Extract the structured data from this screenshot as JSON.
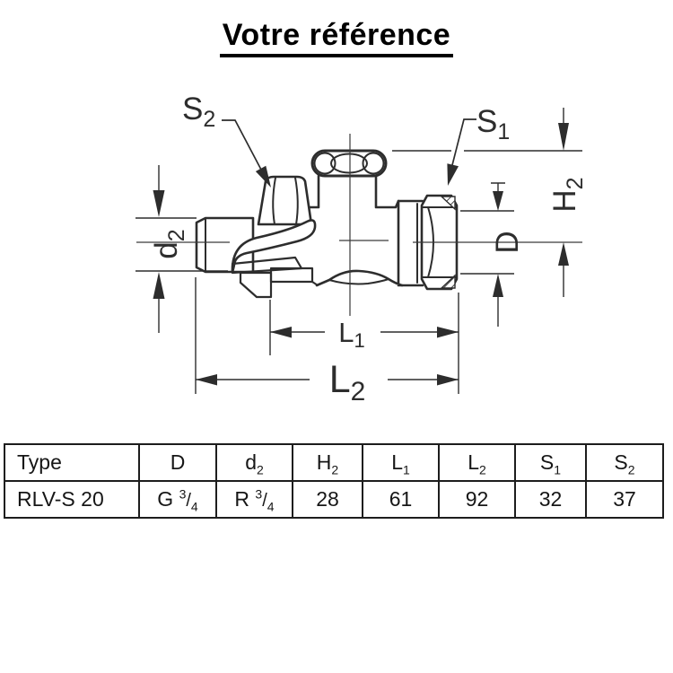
{
  "title": "Votre référence",
  "diagram": {
    "labels": {
      "s2": {
        "base": "S",
        "sub": "2"
      },
      "s1": {
        "base": "S",
        "sub": "1"
      },
      "d2": {
        "base": "d",
        "sub": "2"
      },
      "d": {
        "base": "D",
        "sub": ""
      },
      "h2": {
        "base": "H",
        "sub": "2"
      },
      "l1": {
        "base": "L",
        "sub": "1"
      },
      "l2": {
        "base": "L",
        "sub": "2"
      }
    }
  },
  "table": {
    "headers": [
      {
        "base": "Type",
        "sub": ""
      },
      {
        "base": "D",
        "sub": ""
      },
      {
        "base": "d",
        "sub": "2"
      },
      {
        "base": "H",
        "sub": "2"
      },
      {
        "base": "L",
        "sub": "1"
      },
      {
        "base": "L",
        "sub": "2"
      },
      {
        "base": "S",
        "sub": "1"
      },
      {
        "base": "S",
        "sub": "2"
      }
    ],
    "row": {
      "type": "RLV-S 20",
      "d_value": {
        "prefix": "G",
        "numerator": "3",
        "sep": "/",
        "denominator": "4"
      },
      "d2_value": {
        "prefix": "R",
        "numerator": "3",
        "sep": "/",
        "denominator": "4"
      },
      "h2": "28",
      "l1": "61",
      "l2": "92",
      "s1": "32",
      "s2": "37"
    }
  }
}
